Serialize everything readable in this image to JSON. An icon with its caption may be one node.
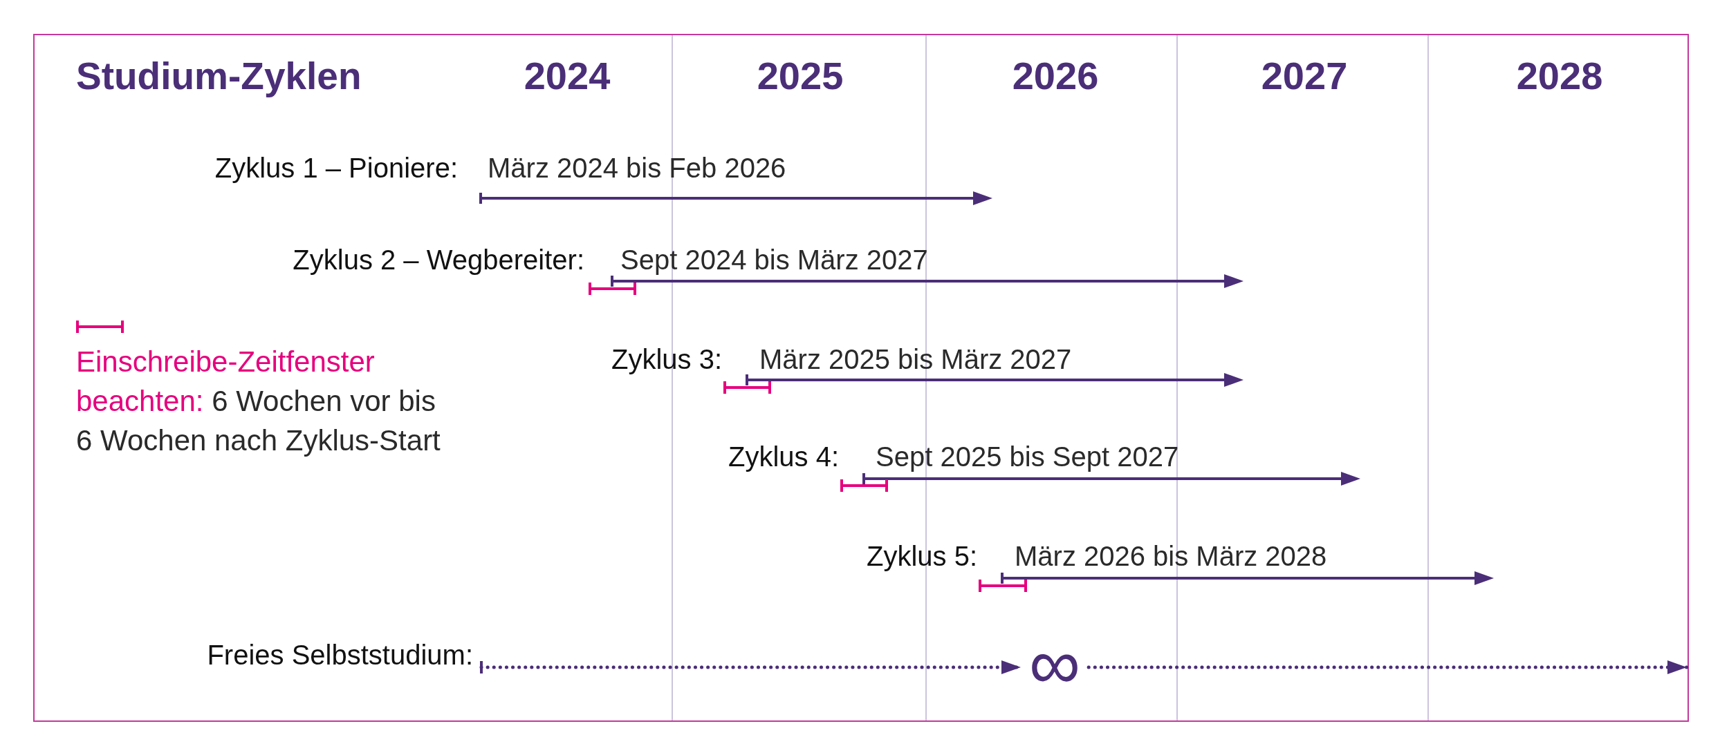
{
  "diagram": {
    "title": "Studium-Zyklen",
    "nodes": [
      {
        "text": [
          "Freies Selbststudium:"
        ]
      },
      {
        "text": [
          "∞"
        ]
      }
    ],
    "edges": [
      {
        "from": 0,
        "to": 1,
        "arrow": "to",
        "style": "dashed"
      },
      {
        "from": 1,
        "to": null,
        "arrow": "to",
        "style": "dashed"
      }
    ],
    "labels": [
      "2024",
      "2025",
      "2026",
      "2027",
      "2028",
      "Zyklus 1 – Pioniere:",
      "März 2024 bis Feb 2026",
      "Zyklus 2 – Wegbereiter:",
      "Sept 2024 bis März 2027",
      "Zyklus 3:",
      "März 2025 bis März 2027",
      "Zyklus 4:",
      "Sept 2025 bis Sept 2027",
      "Zyklus 5:",
      "März 2026 bis März 2028"
    ],
    "legend": [
      {
        "text": "**Einschreibe-Zeitfenster beachten:** 6 Wochen vor bis 6 Wochen nach Zyklus-Start"
      }
    ]
  }
}
